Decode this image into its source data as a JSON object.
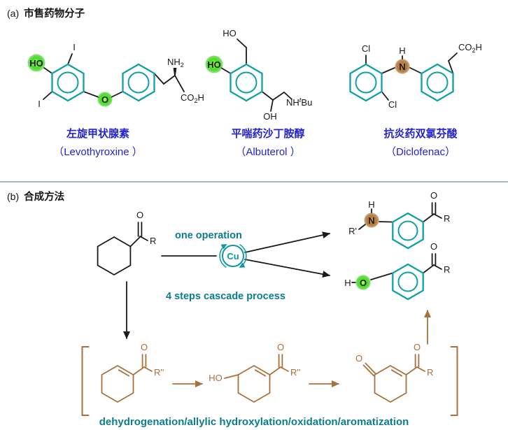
{
  "section_a": {
    "label": "(a)",
    "title": "市售药物分子",
    "molecules": [
      {
        "cn": "左旋甲状腺素",
        "en": "（Levothyroxine ）"
      },
      {
        "cn": "平喘药沙丁胺醇",
        "en": "（Albuterol ）"
      },
      {
        "cn": "抗炎药双氯芬酸",
        "en": "（Diclofenac）"
      }
    ]
  },
  "section_b": {
    "label": "(b)",
    "title": "合成方法",
    "one_operation": "one operation",
    "cascade_label": "4 steps cascade process",
    "catalyst": "Cu",
    "caption": "dehydrogenation/allylic hydroxylation/oxidation/aromatization"
  },
  "atoms": {
    "HO": "HO",
    "OH": "OH",
    "O": "O",
    "N": "N",
    "H": "H",
    "I": "I",
    "Cl": "Cl",
    "NH": "NH",
    "sub2": "2",
    "CO": "CO",
    "tBu_t": "t",
    "tBu_Bu": "Bu",
    "R": "R",
    "R_prime": "R'",
    "R_doubleprime": "R''"
  },
  "colors": {
    "aromatic_ring_teal": "#10a0a6",
    "teal_text": "#0c7d8f",
    "drug_name_blue": "#2323cf",
    "intermediate_brown": "#a9713b",
    "hydroxyl_highlight_green": "#3fdf1f",
    "amine_highlight_brown": "#b4773a",
    "divider_blue": "#a3b8cf"
  }
}
